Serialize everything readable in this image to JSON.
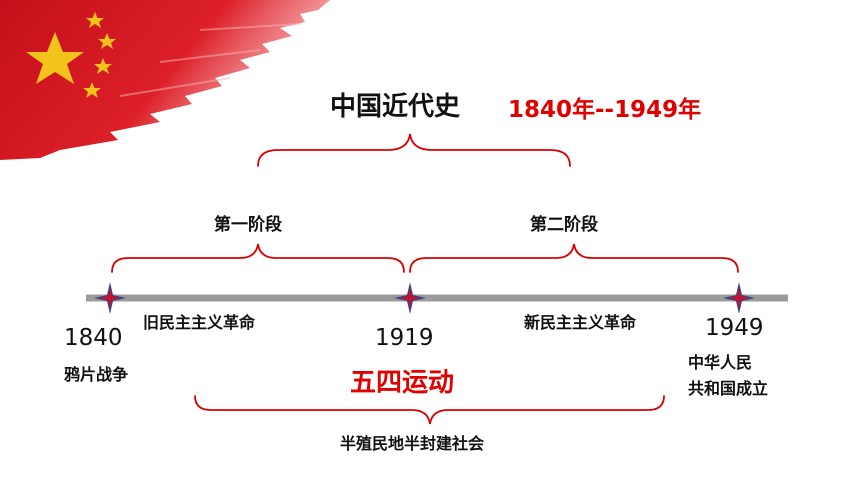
{
  "title": "中国近代史",
  "period": "1840年--1949年",
  "stages": [
    "第一阶段",
    "第二阶段"
  ],
  "revolutions": [
    "旧民主主义革命",
    "新民主主义革命"
  ],
  "timeline": [
    {
      "year": "1840",
      "event": "鸦片战争"
    },
    {
      "year": "1919",
      "event": "五四运动"
    },
    {
      "year": "1949",
      "event_line1": "中华人民",
      "event_line2": "共和国成立"
    }
  ],
  "society": "半殖民地半封建社会",
  "colors": {
    "accent": "#e10000",
    "brace": "#d90000",
    "axis": "#9b9b9b",
    "flag": "#d9151b",
    "star": "#f3c21b"
  }
}
